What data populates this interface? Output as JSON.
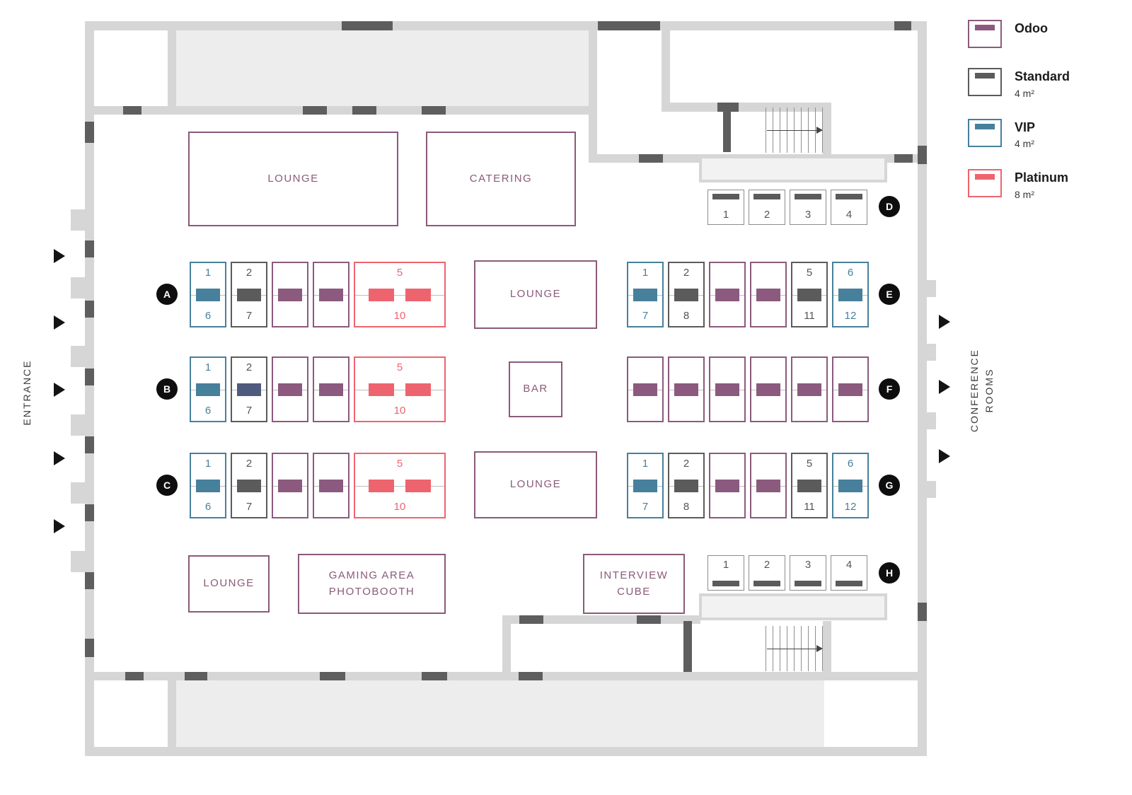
{
  "legend": {
    "items": [
      {
        "label": "Odoo",
        "sub": "",
        "type": "odoo"
      },
      {
        "label": "Standard",
        "sub": "4 m²",
        "type": "standard"
      },
      {
        "label": "VIP",
        "sub": "4 m²",
        "type": "vip"
      },
      {
        "label": "Platinum",
        "sub": "8 m²",
        "type": "platinum"
      }
    ]
  },
  "booth_types": {
    "odoo": {
      "color": "#8B5A7E",
      "number_color": "#8B5A7E"
    },
    "standard": {
      "color": "#5B5B5B",
      "number_color": "#555555"
    },
    "vip": {
      "color": "#47809B",
      "number_color": "#47809B"
    },
    "platinum": {
      "color": "#EE646E",
      "number_color": "#EE646E"
    }
  },
  "labels": {
    "entrance": "ENTRANCE",
    "conference_rooms": "CONFERENCE ROOMS"
  },
  "rooms": {
    "lounge_top": "LOUNGE",
    "catering": "CATERING",
    "lounge_mid": "LOUNGE",
    "bar": "BAR",
    "lounge_low": "LOUNGE",
    "lounge_bottom": "LOUNGE",
    "gaming": "GAMING AREA\nPHOTOBOOTH",
    "interview": "INTERVIEW\nCUBE"
  },
  "rows": [
    {
      "id": "A",
      "booths": [
        {
          "type": "vip",
          "top": "1",
          "bottom": "6"
        },
        {
          "type": "standard",
          "top": "2",
          "bottom": "7"
        },
        {
          "type": "odoo"
        },
        {
          "type": "odoo"
        },
        {
          "type": "platinum",
          "top": "5",
          "bottom": "10",
          "wide": true
        }
      ]
    },
    {
      "id": "B",
      "booths": [
        {
          "type": "vip",
          "top": "1",
          "bottom": "6"
        },
        {
          "type": "standard",
          "top": "2",
          "bottom": "7",
          "fill": "#4F5B7D"
        },
        {
          "type": "odoo"
        },
        {
          "type": "odoo"
        },
        {
          "type": "platinum",
          "top": "5",
          "bottom": "10",
          "wide": true
        }
      ]
    },
    {
      "id": "C",
      "booths": [
        {
          "type": "vip",
          "top": "1",
          "bottom": "6"
        },
        {
          "type": "standard",
          "top": "2",
          "bottom": "7"
        },
        {
          "type": "odoo"
        },
        {
          "type": "odoo"
        },
        {
          "type": "platinum",
          "top": "5",
          "bottom": "10",
          "wide": true
        }
      ]
    },
    {
      "id": "D",
      "variant": "bar-top",
      "booths": [
        {
          "num": "1"
        },
        {
          "num": "2"
        },
        {
          "num": "3"
        },
        {
          "num": "4"
        }
      ]
    },
    {
      "id": "E",
      "booths": [
        {
          "type": "vip",
          "top": "1",
          "bottom": "7"
        },
        {
          "type": "standard",
          "top": "2",
          "bottom": "8"
        },
        {
          "type": "odoo"
        },
        {
          "type": "odoo"
        },
        {
          "type": "standard",
          "top": "5",
          "bottom": "11"
        },
        {
          "type": "vip",
          "top": "6",
          "bottom": "12"
        }
      ]
    },
    {
      "id": "F",
      "booths": [
        {
          "type": "odoo"
        },
        {
          "type": "odoo"
        },
        {
          "type": "odoo"
        },
        {
          "type": "odoo"
        },
        {
          "type": "odoo"
        },
        {
          "type": "odoo"
        }
      ]
    },
    {
      "id": "G",
      "booths": [
        {
          "type": "vip",
          "top": "1",
          "bottom": "7"
        },
        {
          "type": "standard",
          "top": "2",
          "bottom": "8"
        },
        {
          "type": "odoo"
        },
        {
          "type": "odoo"
        },
        {
          "type": "standard",
          "top": "5",
          "bottom": "11"
        },
        {
          "type": "vip",
          "top": "6",
          "bottom": "12"
        }
      ]
    },
    {
      "id": "H",
      "variant": "bar-bottom",
      "booths": [
        {
          "num": "1"
        },
        {
          "num": "2"
        },
        {
          "num": "3"
        },
        {
          "num": "4"
        }
      ]
    }
  ],
  "colors": {
    "wall_light": "#D6D6D6",
    "wall_dark": "#5E5E5E",
    "room_shade": "#EDEDED",
    "room_outline": "#8A5A7A",
    "row_label_bg": "#0E0E0E"
  }
}
